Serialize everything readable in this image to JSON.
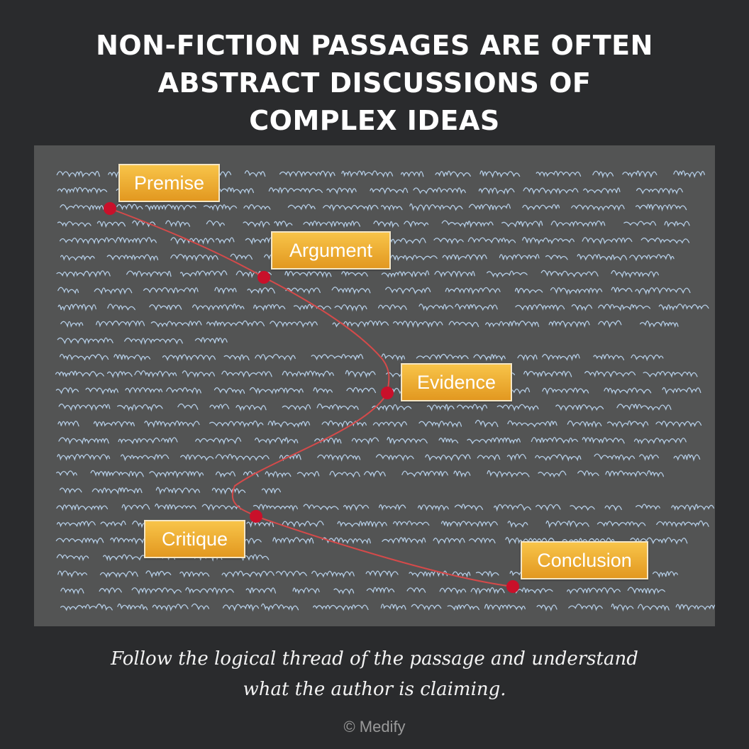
{
  "title": {
    "line1": "NON-FICTION PASSAGES ARE OFTEN",
    "line2": "ABSTRACT DISCUSSIONS OF",
    "line3": "COMPLEX IDEAS"
  },
  "diagram": {
    "nodes": [
      {
        "label": "Premise"
      },
      {
        "label": "Argument"
      },
      {
        "label": "Evidence"
      },
      {
        "label": "Critique"
      },
      {
        "label": "Conclusion"
      }
    ],
    "colors": {
      "background": "#2a2b2d",
      "panel": "#535454",
      "scribble": "#b6cfe8",
      "thread": "#d54a4a",
      "node_dot": "#c9102a",
      "label_top": "#f8c449",
      "label_bottom": "#e29820"
    }
  },
  "caption": {
    "line1": "Follow the logical thread of the passage and understand",
    "line2": "what the author is claiming."
  },
  "copyright": "© Medify"
}
